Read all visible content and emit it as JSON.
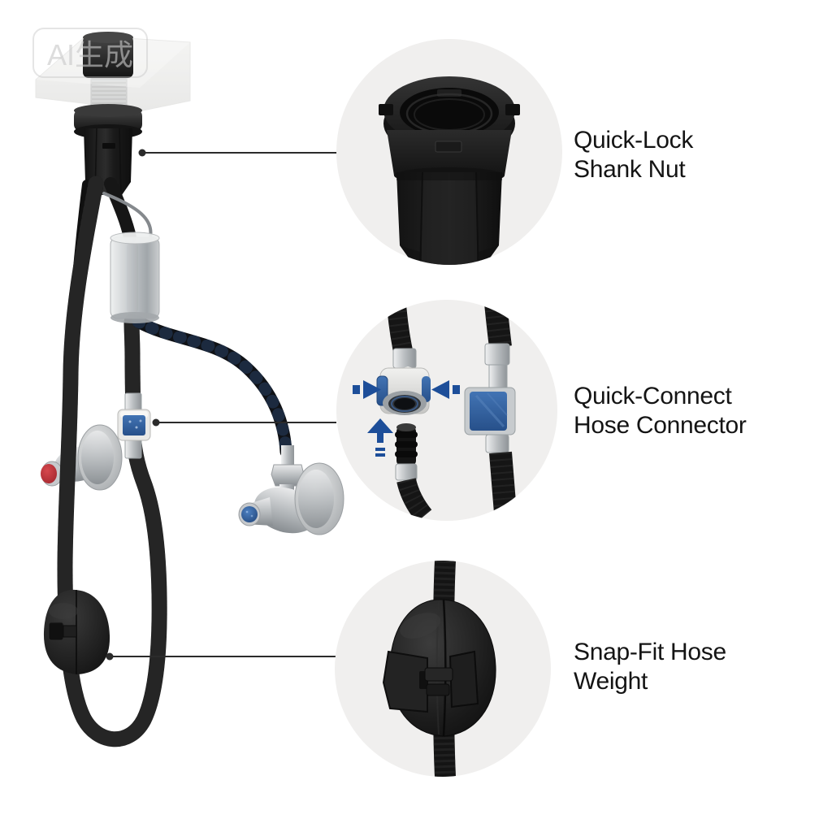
{
  "watermark": {
    "text": "AI生成"
  },
  "callouts": [
    {
      "id": "shank-nut",
      "label_line1": "Quick-Lock",
      "label_line2": "Shank Nut"
    },
    {
      "id": "hose-connector",
      "label_line1": "Quick-Connect",
      "label_line2": "Hose Connector"
    },
    {
      "id": "hose-weight",
      "label_line1": "Snap-Fit Hose",
      "label_line2": "Weight"
    }
  ],
  "icons": {
    "push_right_arrow": "arrow-right",
    "push_left_arrow": "arrow-left",
    "push_up_arrow": "arrow-up"
  },
  "colors": {
    "background": "#ffffff",
    "callout_bg": "#f0efee",
    "label_text": "#141414",
    "leader_line": "#2b2b2b",
    "part_black": "#1c1c1c",
    "metal_silver": "#c2c6c9",
    "accent_blue": "#2e5f9e",
    "hot_red": "#c4333c",
    "cold_blue": "#2f5f9e",
    "watermark_gray": "#c8c8c8"
  }
}
